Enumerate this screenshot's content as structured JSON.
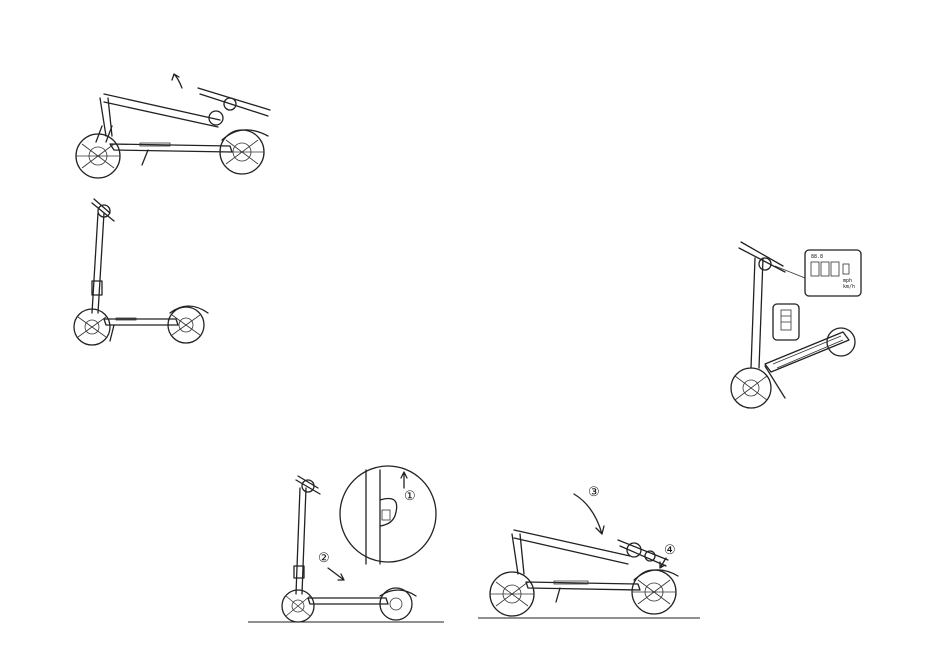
{
  "markers": {
    "step1": "①",
    "step2": "②",
    "step3": "③",
    "step4": "④"
  },
  "display": {
    "speed_digits": "88.8",
    "unit_mph": "mph",
    "unit_kmh": "km/h"
  },
  "colors": {
    "line": "#222222",
    "background": "#ffffff"
  }
}
